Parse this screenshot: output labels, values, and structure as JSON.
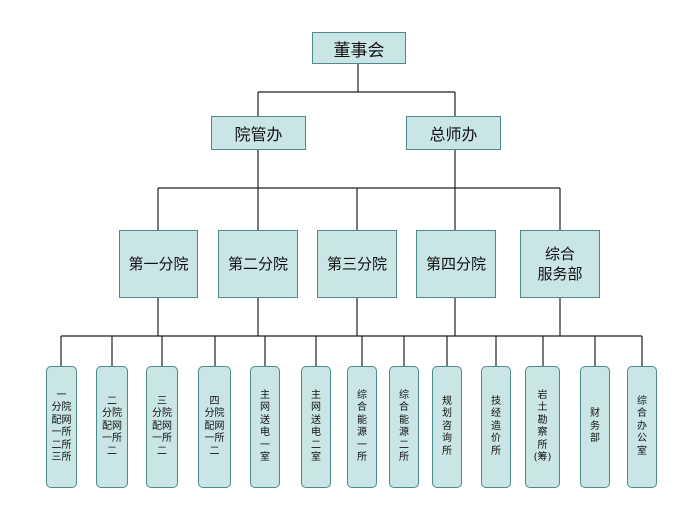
{
  "colors": {
    "box_fill": "#c9e5e5",
    "box_border": "#4f8a8a",
    "line": "#222222"
  },
  "chart": {
    "board": "董事会",
    "offices": [
      "院管办",
      "总师办"
    ],
    "divisions": [
      "第一分院",
      "第二分院",
      "第三分院",
      "第四分院",
      "综合\n服务部"
    ],
    "units": [
      "一\n分院\n配网\n一所\n二所\n三所",
      "二\n分院\n配网\n一所\n二",
      "三\n分院\n配网\n一所\n二",
      "四\n分院\n配网\n一所\n二",
      "主\n网\n送\n电\n一\n室",
      "主\n网\n送\n电\n二\n室",
      "综\n合\n能\n源\n一\n所",
      "综\n合\n能\n源\n二\n所",
      "规\n划\n咨\n询\n所",
      "技\n经\n造\n价\n所",
      "岩\n土\n勘\n察\n所\n(筹)",
      "财\n务\n部",
      "综\n合\n办\n公\n室"
    ]
  }
}
